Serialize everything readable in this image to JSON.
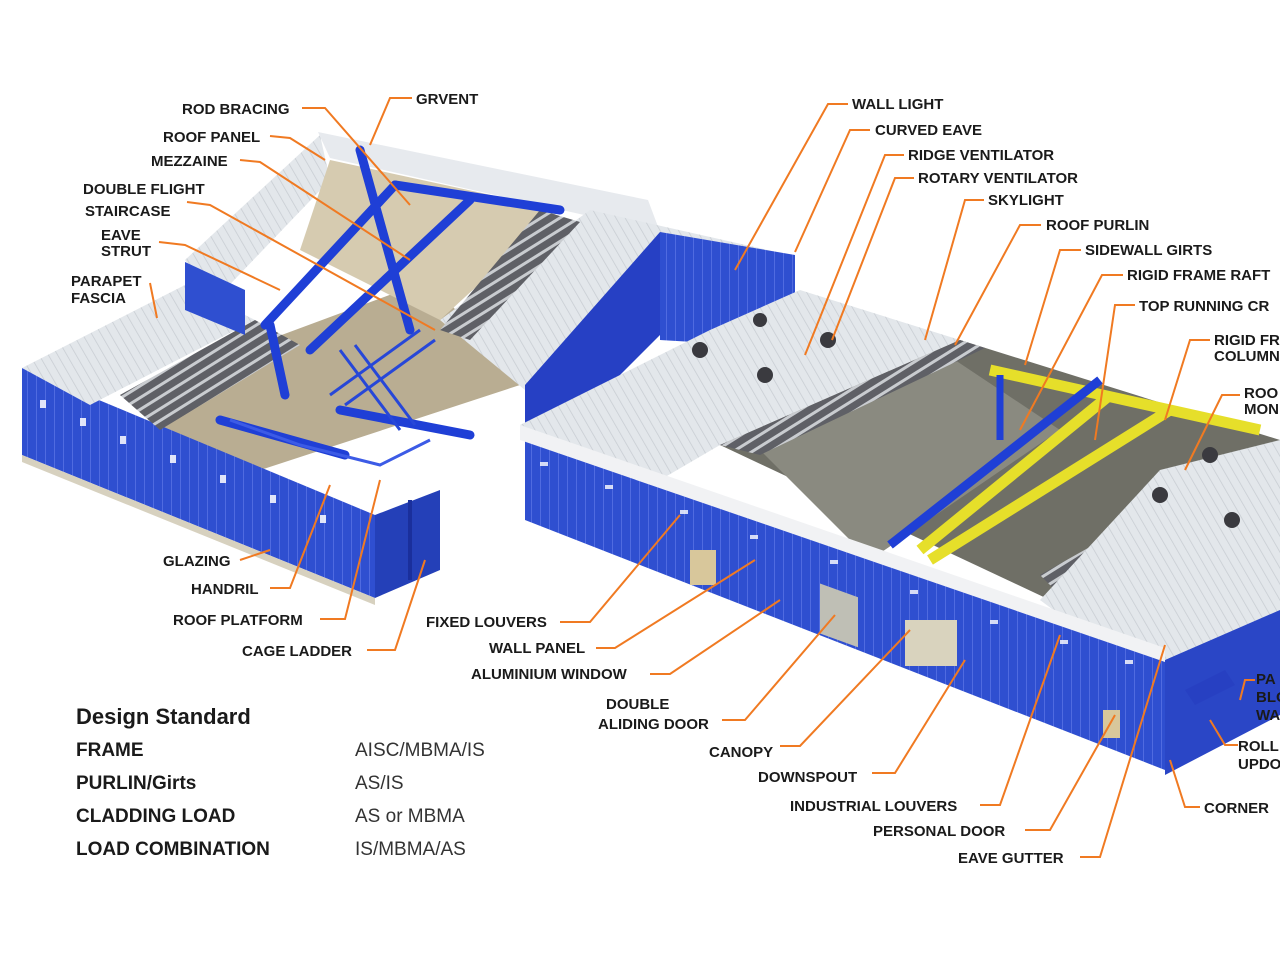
{
  "labels": {
    "rod_bracing": "ROD BRACING",
    "grvent": "GRVENT",
    "roof_panel": "ROOF PANEL",
    "mezzaine": "MEZZAINE",
    "double_flight_1": "DOUBLE FLIGHT",
    "double_flight_2": "STAIRCASE",
    "eave_strut_1": "EAVE",
    "eave_strut_2": "STRUT",
    "parapet_1": "PARAPET",
    "parapet_2": "FASCIA",
    "glazing": "GLAZING",
    "handril": "HANDRIL",
    "roof_platform": "ROOF PLATFORM",
    "cage_ladder": "CAGE LADDER",
    "wall_light": "WALL LIGHT",
    "curved_eave": "CURVED EAVE",
    "ridge_ventilator": "RIDGE VENTILATOR",
    "rotary_ventilator": "ROTARY VENTILATOR",
    "skylight": "SKYLIGHT",
    "roof_purlin": "ROOF PURLIN",
    "sidewall_girts": "SIDEWALL GIRTS",
    "rigid_frame_raft": "RIGID FRAME RAFT",
    "top_running_cr": "TOP RUNNING CR",
    "rigid_fr_1": "RIGID FR",
    "rigid_fr_2": "COLUMN",
    "roo_mon_1": "ROO",
    "roo_mon_2": "MON",
    "fixed_louvers": "FIXED LOUVERS",
    "wall_panel": "WALL PANEL",
    "aluminium_window": "ALUMINIUM WINDOW",
    "double_sliding_1": "DOUBLE",
    "double_sliding_2": "ALIDING DOOR",
    "canopy": "CANOPY",
    "downspout": "DOWNSPOUT",
    "industrial_louvers": "INDUSTRIAL LOUVERS",
    "personal_door": "PERSONAL DOOR",
    "eave_gutter": "EAVE GUTTER",
    "pa_1": "PA",
    "pa_2": "BLO",
    "pa_3": "WA",
    "roll_1": "ROLL",
    "roll_2": "UPDO",
    "corner": "CORNER"
  },
  "design_standard": {
    "title": "Design Standard",
    "rows": [
      {
        "key": "FRAME",
        "value": "AISC/MBMA/IS"
      },
      {
        "key": "PURLIN/Girts",
        "value": "AS/IS"
      },
      {
        "key": "CLADDING LOAD",
        "value": "AS or MBMA"
      },
      {
        "key": "LOAD COMBINATION",
        "value": "IS/MBMA/AS"
      }
    ]
  },
  "colors": {
    "accent_leader": "#f07a22",
    "wall_blue": "#2f4fd0",
    "roof_grey": "#e4e8ec",
    "crane_yellow": "#e6df2a"
  }
}
